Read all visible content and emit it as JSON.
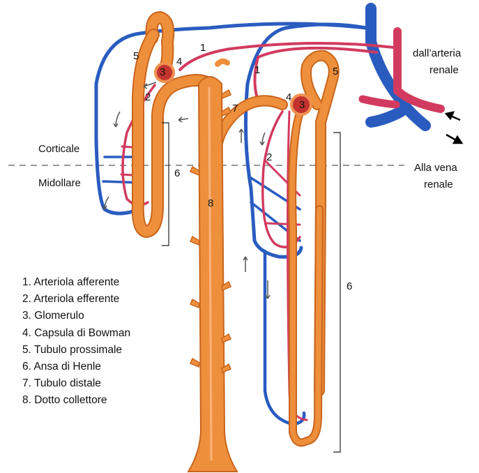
{
  "colors": {
    "tubule": "#ee8f3c",
    "tubule_dark": "#c9651d",
    "vein": "#2a5cc0",
    "artery": "#d23b5f",
    "glomerulus": "#c4332f"
  },
  "icons": [
    "flow-arrow-icon",
    "dashed-boundary-line"
  ],
  "regions": {
    "cortex": "Corticale",
    "medulla": "Midollare"
  },
  "annotations": {
    "from_artery": [
      "dall’arteria",
      "renale"
    ],
    "to_vein": [
      "Alla vena",
      "renale"
    ]
  },
  "markers": {
    "left": {
      "n1": "1",
      "n2": "2",
      "n3": "3",
      "n4": "4",
      "n5": "5",
      "n6": "6"
    },
    "right": {
      "n1": "1",
      "n2": "2",
      "n3": "3",
      "n4": "4",
      "n5": "5",
      "n6": "6",
      "n7": "7"
    },
    "duct": {
      "n8": "8"
    }
  },
  "legend": [
    "1. Arteriola afferente",
    "2. Arteriola efferente",
    "3. Glomerulo",
    "4. Capsula di Bowman",
    "5. Tubulo prossimale",
    "6. Ansa di Henle",
    "7. Tubulo distale",
    "8. Dotto collettore"
  ]
}
